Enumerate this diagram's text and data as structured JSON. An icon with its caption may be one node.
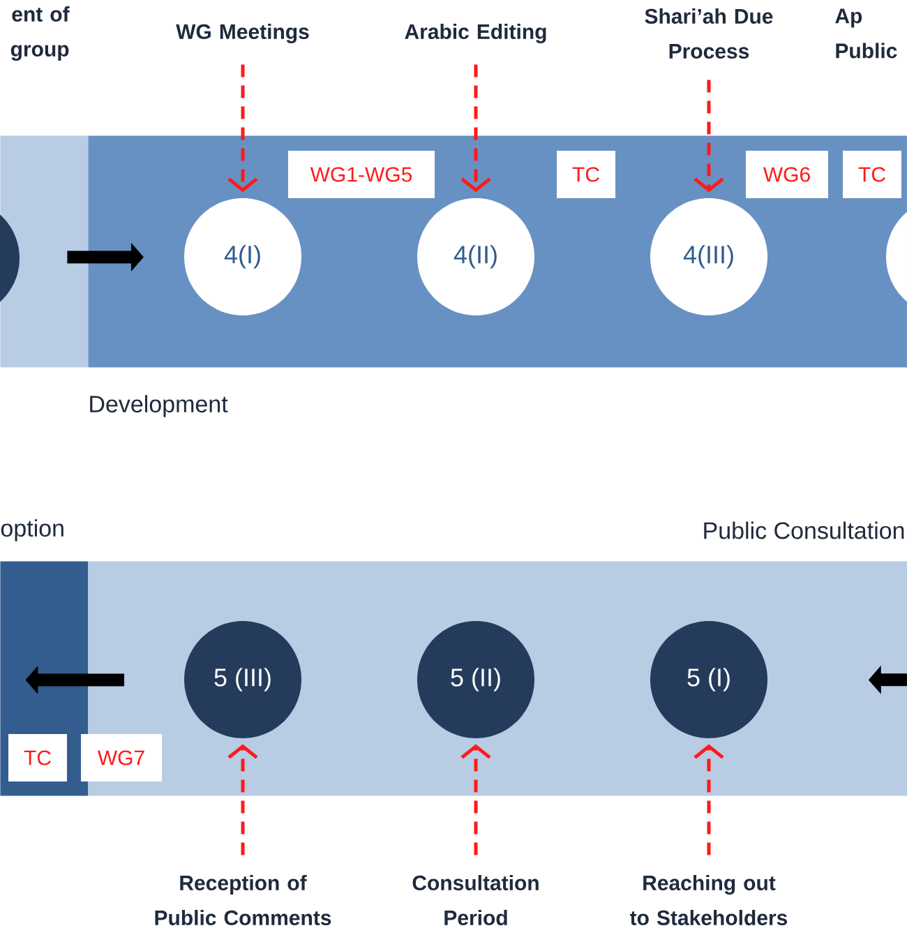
{
  "diagram": {
    "nodes": [
      {
        "text": [],
        "shape": "box"
      },
      {
        "text": [],
        "shape": "circle"
      },
      {
        "text": [
          "Development"
        ]
      },
      {
        "text": [
          "4(I)"
        ],
        "in": 2
      },
      {
        "text": [
          "4(II)"
        ],
        "in": 2
      },
      {
        "text": [
          "4(III)"
        ],
        "in": 2
      },
      {
        "text": [],
        "shape": "circle"
      },
      {
        "text": [
          "WG1-WG5"
        ],
        "in": 2
      },
      {
        "text": [
          "TC"
        ],
        "in": 2
      },
      {
        "text": [
          "WG6"
        ],
        "in": 2
      },
      {
        "text": [
          "TC"
        ],
        "in": 2
      },
      {
        "text": [
          "WG Meetings"
        ]
      },
      {
        "text": [
          "Arabic Editing"
        ]
      },
      {
        "text": [
          "Shari’ah Due Process"
        ]
      },
      {
        "text": [
          "option"
        ]
      },
      {
        "text": [
          "Public Consultation"
        ]
      },
      {
        "text": [
          "5 (III)"
        ],
        "in": 15
      },
      {
        "text": [
          "5 (II)"
        ],
        "in": 15
      },
      {
        "text": [
          "5 (I)"
        ],
        "in": 15
      },
      {
        "text": [
          "TC"
        ],
        "in": 14
      },
      {
        "text": [
          "WG7"
        ]
      },
      {
        "text": [
          "Reception of Public Comments"
        ]
      },
      {
        "text": [
          "Consultation Period"
        ]
      },
      {
        "text": [
          "Reaching out to Stakeholders"
        ]
      }
    ],
    "edges": [
      {
        "from": 0,
        "to": 2,
        "arrow": "to",
        "style": "thick",
        "color": "#000000"
      },
      {
        "from": 11,
        "to": 3,
        "arrow": "to",
        "style": "dashed"
      },
      {
        "from": 12,
        "to": 4,
        "arrow": "to",
        "style": "dashed"
      },
      {
        "from": 13,
        "to": 5,
        "arrow": "to",
        "style": "dashed"
      },
      {
        "from": null,
        "to": 15,
        "arrow": "to",
        "style": "thick",
        "color": "#000000"
      },
      {
        "from": 15,
        "to": 14,
        "arrow": "to",
        "style": "thick",
        "color": "#000000"
      },
      {
        "from": 21,
        "to": 16,
        "arrow": "to",
        "style": "dashed"
      },
      {
        "from": 22,
        "to": 17,
        "arrow": "to",
        "style": "dashed"
      },
      {
        "from": 23,
        "to": 18,
        "arrow": "to",
        "style": "dashed"
      }
    ],
    "labels": [
      "ent of group",
      "Ap Public"
    ]
  }
}
